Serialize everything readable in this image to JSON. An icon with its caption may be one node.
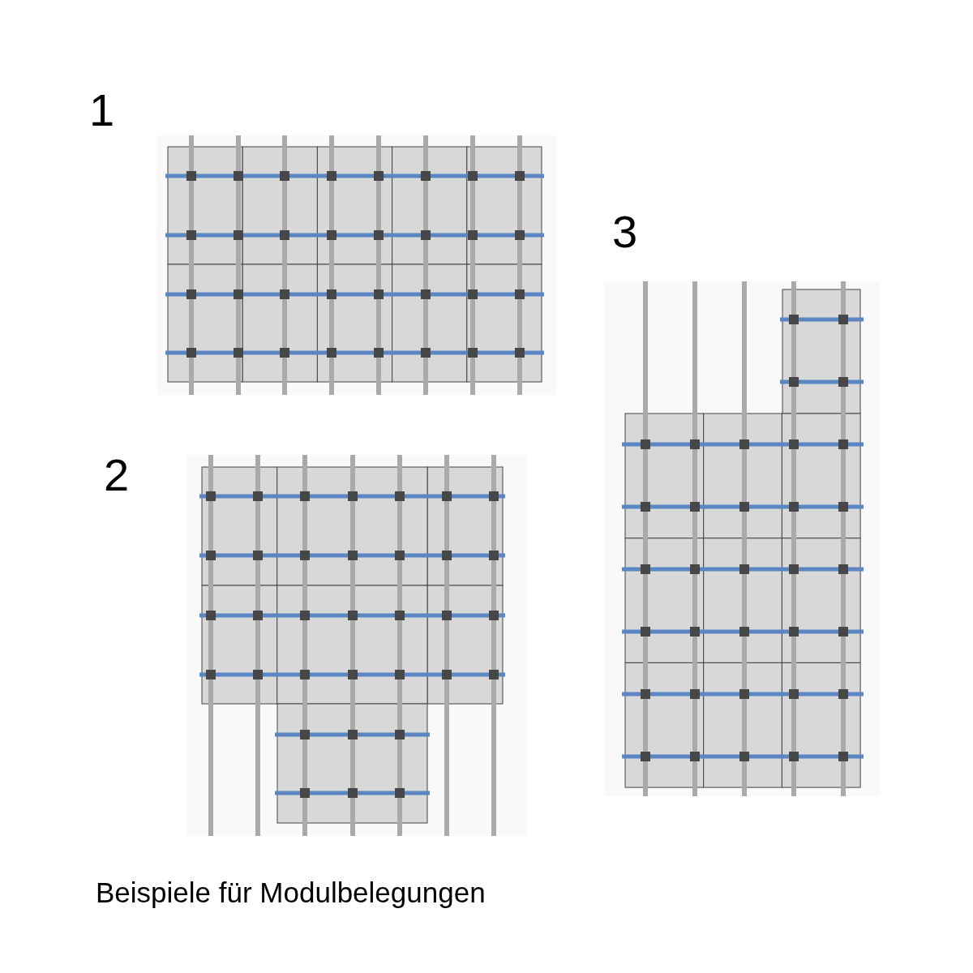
{
  "diagram": {
    "caption": "Beispiele für Modulbelegungen",
    "labels": [
      "1",
      "3",
      "2"
    ]
  }
}
